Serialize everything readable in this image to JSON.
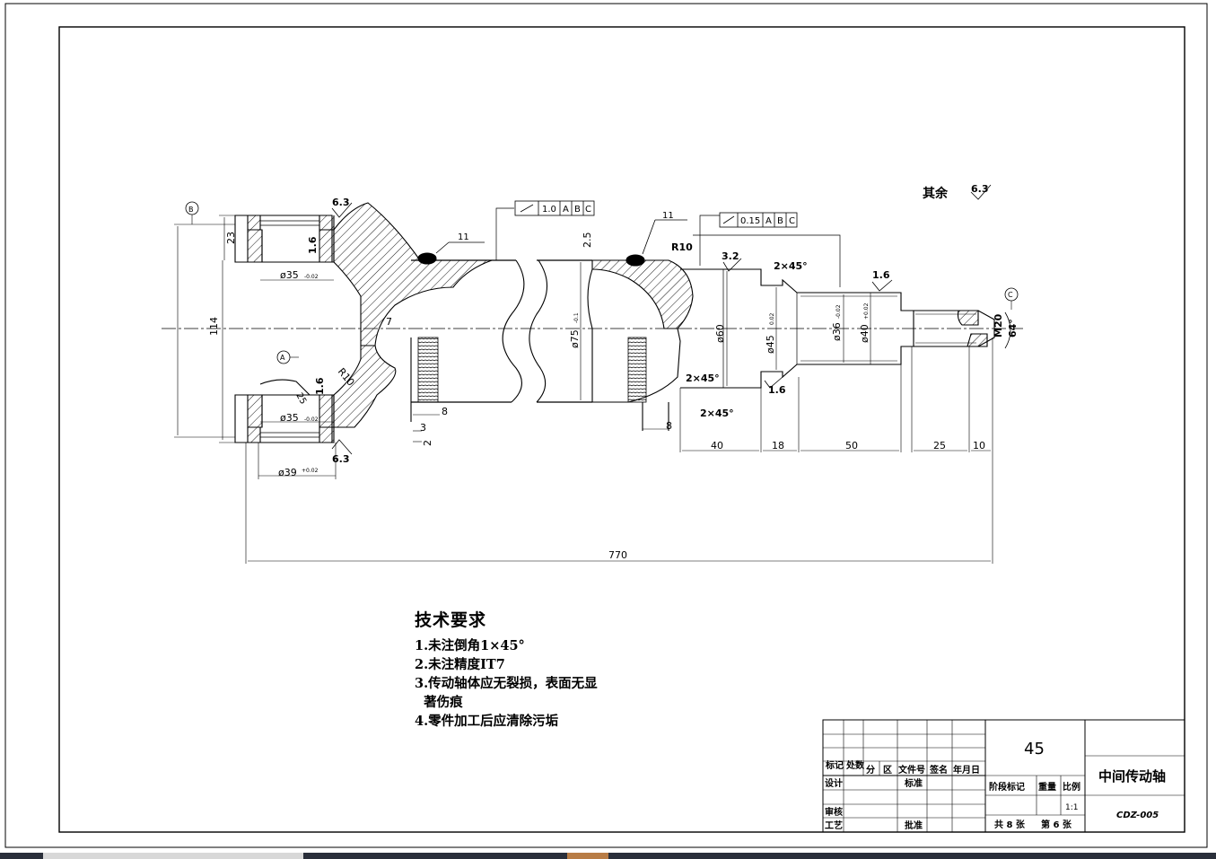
{
  "drawing": {
    "title": "中间传动轴",
    "material": "45",
    "drawing_no": "CDZ-005",
    "scale": "1:1",
    "sheets": "共 8 张",
    "sheet_no": "第 6 张",
    "remaining_roughness_label": "其余",
    "remaining_roughness_value": "6.3"
  },
  "title_block": {
    "h_mark": "标记",
    "h_qty": "处数",
    "h_zone_a": "分",
    "h_zone_b": "区",
    "h_doc": "文件号",
    "h_sign": "签名",
    "h_date": "年月日",
    "design": "设计",
    "standard": "标准",
    "review": "审核",
    "process": "工艺",
    "approve": "批准",
    "stage": "阶段标记",
    "weight": "重量",
    "ratio": "比例"
  },
  "technical_requirements": {
    "title": "技术要求",
    "items": [
      "1.未注倒角1×45°",
      "2.未注精度IT7",
      "3.传动轴体应无裂损，表面无显",
      "  著伤痕",
      "4.零件加工后应清除污垢"
    ]
  },
  "annotations": {
    "datum_a": "A",
    "datum_b": "B",
    "datum_c": "C",
    "tol1_value": "1.0",
    "tol2_value": "0.15",
    "tol_ref_a": "A",
    "tol_ref_b": "B",
    "tol_ref_c": "C",
    "weld": "11",
    "r10": "R10",
    "ra_6_3": "6.3",
    "ra_1_6": "1.6",
    "ra_3_2": "3.2",
    "chamfer": "2×45°",
    "angle7": "7",
    "d2_5": "2.5",
    "dia35_a": "ø35",
    "dia35_b": "ø35",
    "dia35_tol": "-0.02",
    "dia39": "ø39",
    "dia39_tol": "+0.02",
    "dia75": "ø75",
    "dia75_tol": "-0.1",
    "dia60": "ø60",
    "dia45": "ø45",
    "dia45_tol": "0.02",
    "dia36": "ø36",
    "dia36_tol": "-0.02",
    "dia40": "ø40",
    "dia40_tol": "+0.02",
    "m20": "M20",
    "angle64": "64°",
    "dim_23": "23",
    "dim_114": "114",
    "dim_25": "25",
    "dim_8a": "8",
    "dim_3": "3",
    "dim_2": "2",
    "dim_8b": "8",
    "dim_40": "40",
    "dim_18": "18",
    "dim_50": "50",
    "dim_25b": "25",
    "dim_10": "10",
    "dim_770": "770"
  }
}
